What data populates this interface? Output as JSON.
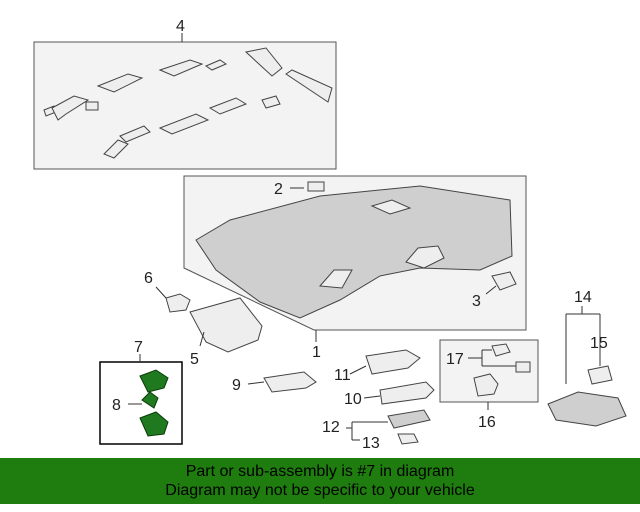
{
  "callouts": [
    "1",
    "2",
    "3",
    "4",
    "5",
    "6",
    "7",
    "8",
    "9",
    "10",
    "11",
    "12",
    "13",
    "14",
    "15",
    "16",
    "17"
  ],
  "colors": {
    "banner": "#1e7d0e",
    "highlight_box": "#000000",
    "highlight_part": "#1f7a1f"
  },
  "banner": {
    "line1": "Part or sub-assembly is #7 in diagram",
    "line2": "Diagram may not be specific to your vehicle"
  }
}
